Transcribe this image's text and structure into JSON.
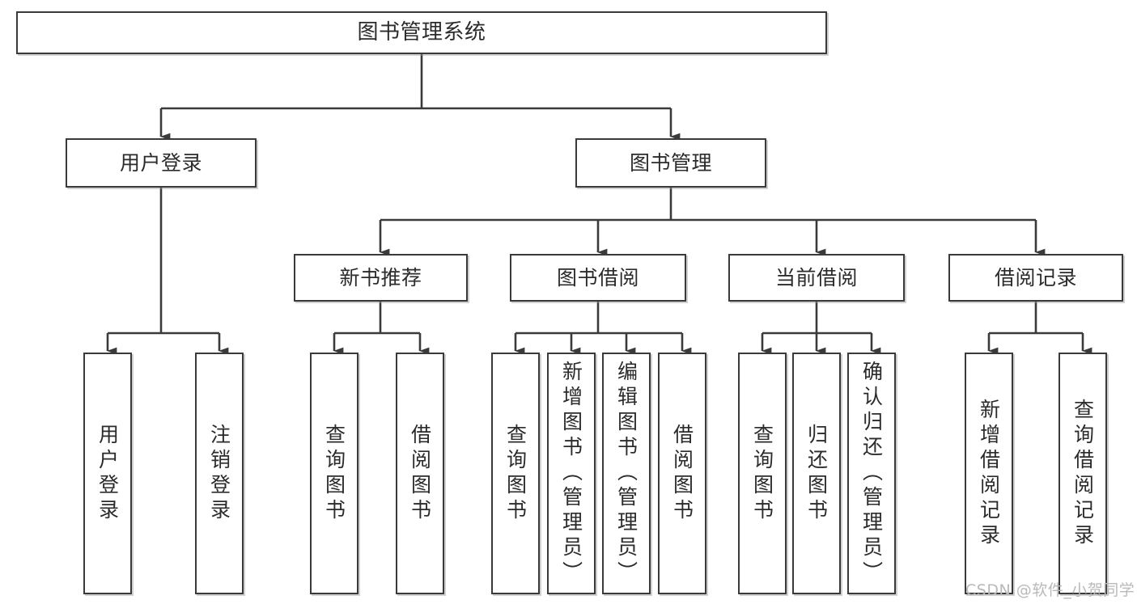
{
  "diagram": {
    "title": "图书管理系统",
    "type": "hierarchy-tree",
    "watermark": "CSDN @软件_小贺同学",
    "colors": {
      "box_border": "#3a3a3a",
      "box_fill": "#ffffff",
      "edge": "#3a3a3a",
      "text": "#2b2b2b",
      "watermark": "#b9b9b9",
      "background": "#ffffff"
    },
    "levels": {
      "level1": "root",
      "level2": "modules",
      "level3": "sub-modules",
      "level4": "functions"
    },
    "nodes": {
      "root": {
        "label": "图书管理系统",
        "orientation": "horizontal"
      },
      "level2": [
        {
          "label": "用户登录",
          "orientation": "horizontal"
        },
        {
          "label": "图书管理",
          "orientation": "horizontal"
        }
      ],
      "level3": [
        {
          "label": "新书推荐",
          "orientation": "horizontal"
        },
        {
          "label": "图书借阅",
          "orientation": "horizontal"
        },
        {
          "label": "当前借阅",
          "orientation": "horizontal"
        },
        {
          "label": "借阅记录",
          "orientation": "horizontal"
        }
      ],
      "leaves": {
        "user_login": [
          {
            "label": "用户登录",
            "orientation": "vertical"
          },
          {
            "label": "注销登录",
            "orientation": "vertical"
          }
        ],
        "new_book_recommend": [
          {
            "label": "查询图书",
            "orientation": "vertical"
          },
          {
            "label": "借阅图书",
            "orientation": "vertical"
          }
        ],
        "book_borrow": [
          {
            "label": "查询图书",
            "orientation": "vertical"
          },
          {
            "label": "新增图书（管理员）",
            "orientation": "vertical"
          },
          {
            "label": "编辑图书（管理员）",
            "orientation": "vertical"
          },
          {
            "label": "借阅图书",
            "orientation": "vertical"
          }
        ],
        "current_borrow": [
          {
            "label": "查询图书",
            "orientation": "vertical"
          },
          {
            "label": "归还图书",
            "orientation": "vertical"
          },
          {
            "label": "确认归还（管理员）",
            "orientation": "vertical"
          }
        ],
        "borrow_record": [
          {
            "label": "新增借阅记录",
            "orientation": "vertical"
          },
          {
            "label": "查询借阅记录",
            "orientation": "vertical"
          }
        ]
      }
    }
  }
}
